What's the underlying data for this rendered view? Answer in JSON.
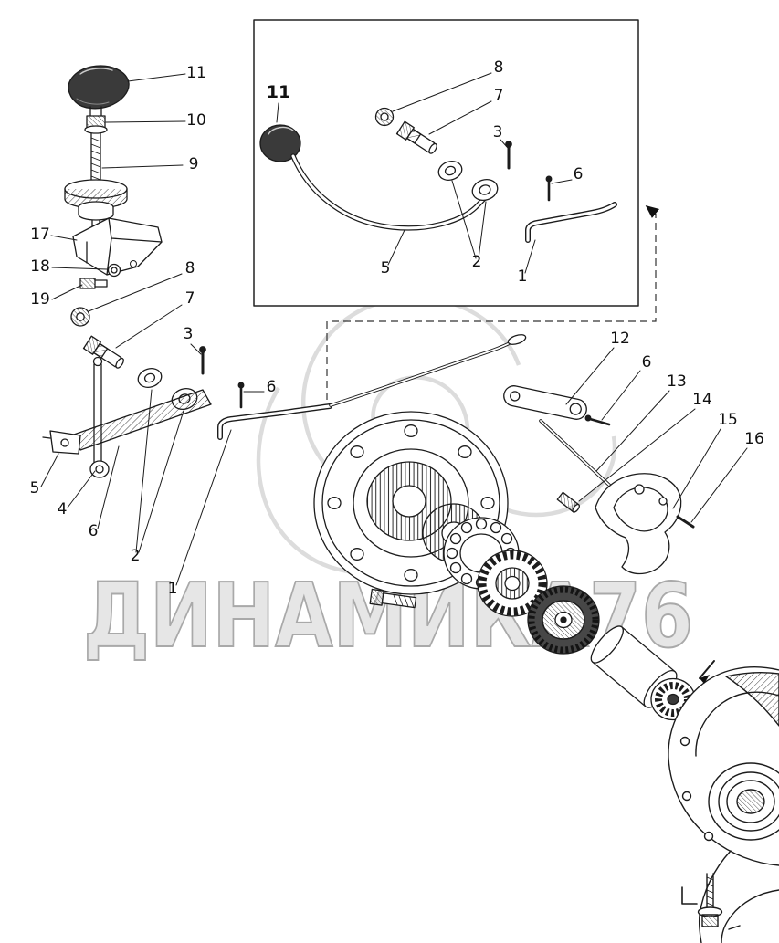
{
  "watermark": {
    "text": "ДИНАМИКА76",
    "fill": "#e6e6e6",
    "stroke": "#a9a9a9",
    "logo_color": "#d6d6d6"
  },
  "colors": {
    "background": "#ffffff",
    "line": "#1c1c1c",
    "dark_part": "#3a3a3a",
    "inset_border": "#222222"
  },
  "callouts": {
    "knob_assembly": [
      {
        "label": "11"
      },
      {
        "label": "10"
      },
      {
        "label": "9"
      },
      {
        "label": "17"
      },
      {
        "label": "18"
      },
      {
        "label": "19"
      }
    ],
    "inset": [
      {
        "label": "8"
      },
      {
        "label": "7"
      },
      {
        "label": "3"
      },
      {
        "label": "6"
      },
      {
        "label": "11"
      },
      {
        "label": "5"
      },
      {
        "label": "2"
      },
      {
        "label": "1"
      }
    ],
    "linkage": [
      {
        "label": "8"
      },
      {
        "label": "7"
      },
      {
        "label": "3"
      },
      {
        "label": "6"
      },
      {
        "label": "5"
      },
      {
        "label": "4"
      },
      {
        "label": "6"
      },
      {
        "label": "2"
      },
      {
        "label": "1"
      }
    ],
    "fork_group": [
      {
        "label": "12"
      },
      {
        "label": "6"
      },
      {
        "label": "13"
      },
      {
        "label": "14"
      },
      {
        "label": "15"
      },
      {
        "label": "16"
      }
    ]
  }
}
